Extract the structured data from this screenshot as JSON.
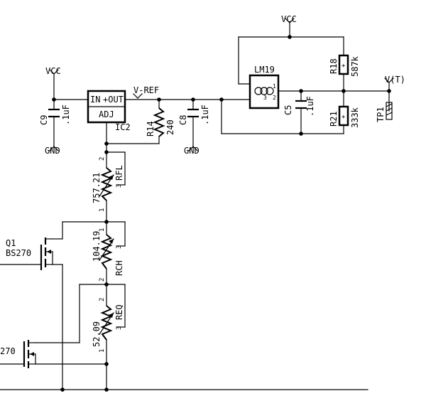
{
  "power": {
    "vcc_left": "VCC",
    "vcc_right": "VCC",
    "gnd_c9": "GND",
    "gnd_c8": "GND",
    "vref": "V-REF",
    "vt": "V(T)"
  },
  "ic2": {
    "ref": "IC2",
    "pin_in": "IN",
    "pin_out": "+OUT",
    "pin_adj": "ADJ"
  },
  "lm19": {
    "ref": "LM19",
    "pin1": "1",
    "pin2": "2",
    "pin3": "3"
  },
  "capacitors": [
    {
      "ref": "C9",
      "value": ".1uF"
    },
    {
      "ref": "C8",
      "value": ".1uF"
    },
    {
      "ref": "C5",
      "value": ".1uF"
    }
  ],
  "resistors": [
    {
      "ref": "R14",
      "value": "240"
    },
    {
      "ref": "R18",
      "value": "587k"
    },
    {
      "ref": "R21",
      "value": "333k"
    }
  ],
  "trimmers": [
    {
      "ref": "RFL",
      "value": "757.21",
      "pin1": "1",
      "pin2": "2",
      "pin3": "3"
    },
    {
      "ref": "RCH",
      "value": "104.19",
      "pin1": "1",
      "pin2": "2",
      "pin3": "3"
    },
    {
      "ref": "REQ",
      "value": "52.09",
      "pin1": "1",
      "pin2": "2",
      "pin3": "3"
    }
  ],
  "transistors": [
    {
      "ref": "Q1",
      "part": "BS270"
    },
    {
      "part": "270"
    }
  ],
  "testpoint": {
    "ref": "TP1"
  }
}
